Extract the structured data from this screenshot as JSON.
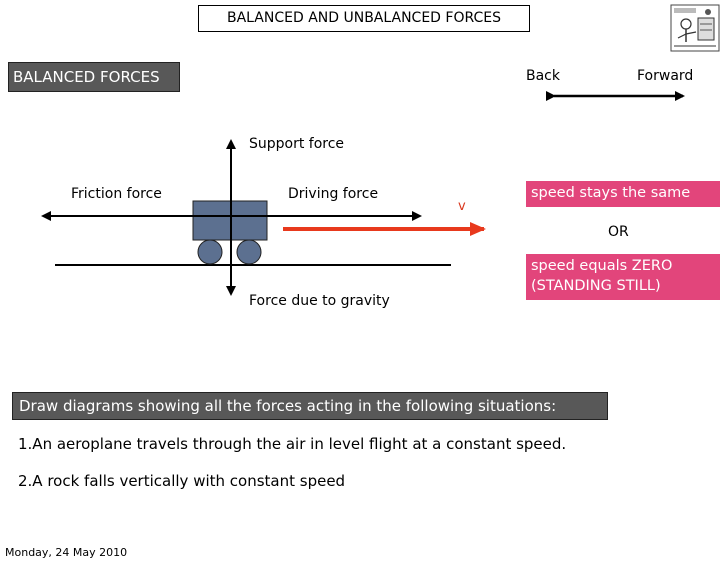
{
  "slide": {
    "title": "BALANCED AND UNBALANCED FORCES",
    "section_label": "BALANCED FORCES",
    "direction": {
      "back": "Back",
      "forward": "Forward"
    },
    "forces": {
      "support": "Support force",
      "friction": "Friction force",
      "driving": "Driving force",
      "gravity": "Force due to gravity",
      "velocity": "v"
    },
    "outcomes": {
      "first": "speed stays the same",
      "or": "OR",
      "second_line1": "speed equals ZERO",
      "second_line2": "(STANDING STILL)"
    },
    "instruction": "Draw diagrams showing all the forces acting in the following situations:",
    "items": [
      "1.An aeroplane travels through the air in level flight at a constant speed.",
      "2.A rock falls vertically with constant speed"
    ],
    "footer_date": "Monday, 24 May 2010"
  },
  "colors": {
    "pink_box": "#e2457b",
    "dark_box": "#585858",
    "velocity_arrow": "#e8391d",
    "cart_body": "#5c7090"
  },
  "icons": [
    "cartoon-image",
    "cart-icon"
  ]
}
